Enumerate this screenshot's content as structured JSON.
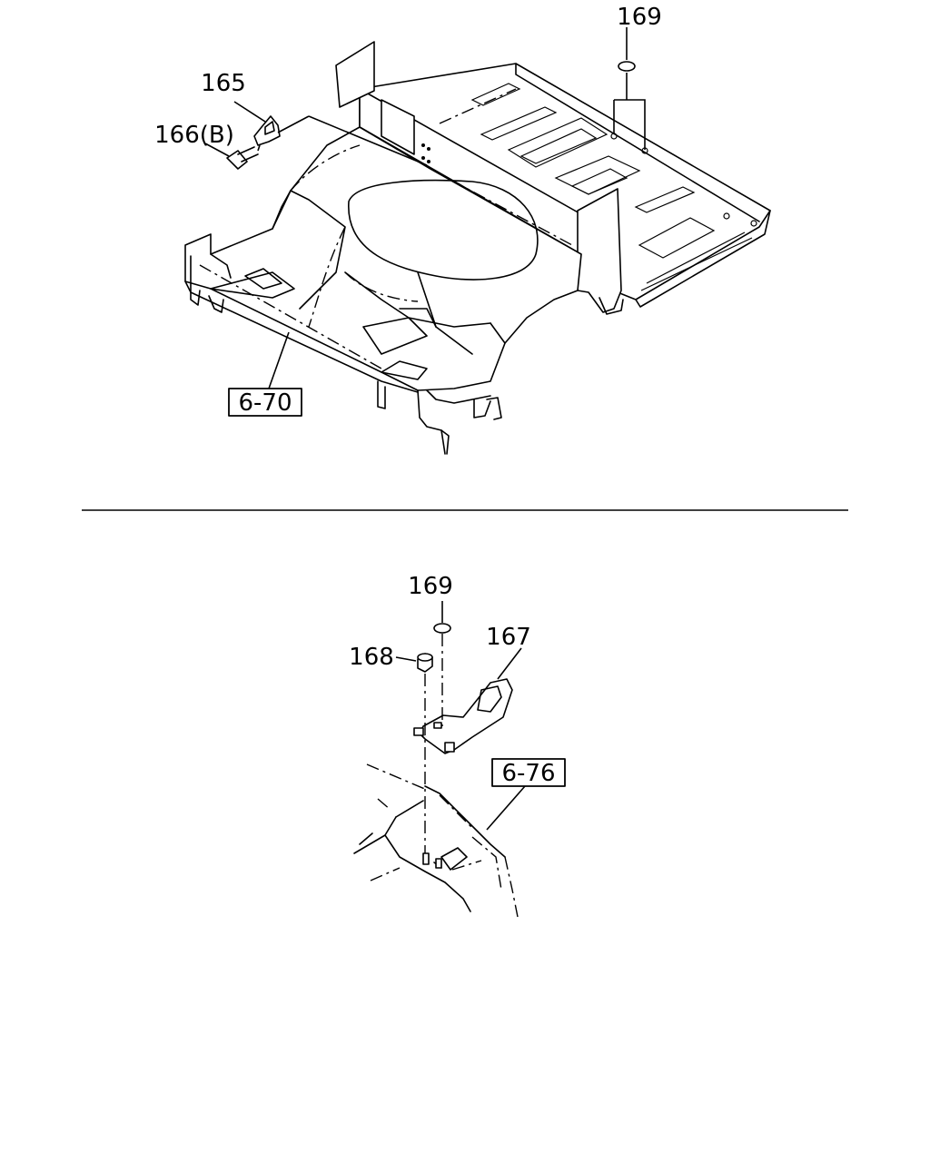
{
  "diagram": {
    "top_view": {
      "callouts": [
        {
          "id": "c169a",
          "text": "169"
        },
        {
          "id": "c165",
          "text": "165"
        },
        {
          "id": "c166",
          "text": "166(B)"
        }
      ],
      "ref_box": {
        "text": "6-70"
      }
    },
    "bottom_view": {
      "callouts": [
        {
          "id": "c169b",
          "text": "169"
        },
        {
          "id": "c168",
          "text": "168"
        },
        {
          "id": "c167",
          "text": "167"
        }
      ],
      "ref_box": {
        "text": "6-76"
      }
    }
  }
}
